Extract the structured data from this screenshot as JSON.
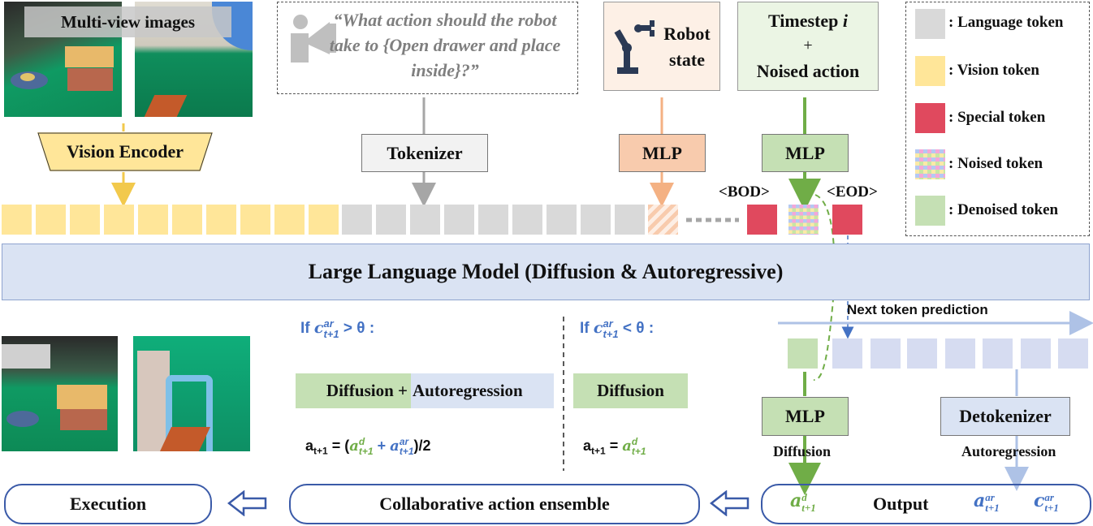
{
  "inputs": {
    "multi_view_label": "Multi-view images",
    "instruction_text": "“What action should the robot take to {Open drawer and place inside}?”",
    "robot_state_line1": "Robot",
    "robot_state_line2": "state",
    "timestep_line1": "Timestep",
    "timestep_i": "i",
    "timestep_plus": "+",
    "timestep_line2": "Noised action"
  },
  "modules": {
    "vision_encoder": "Vision Encoder",
    "tokenizer": "Tokenizer",
    "mlp": "MLP",
    "detokenizer": "Detokenizer",
    "llm": "Large Language Model (Diffusion & Autoregressive)"
  },
  "tokens": {
    "bod": "<BOD>",
    "eod": "<EOD>",
    "next_token_prediction": "Next token prediction"
  },
  "legend": {
    "items": [
      {
        "label": ": Language token",
        "color": "#d9d9d9"
      },
      {
        "label": ": Vision token",
        "color": "#ffe699"
      },
      {
        "label": ": Special token",
        "color": "#e0495e"
      },
      {
        "label": ": Noised token",
        "color": "noise"
      },
      {
        "label": ": Denoised token",
        "color": "#c5e0b4"
      }
    ]
  },
  "ensemble": {
    "cond1_prefix": "If",
    "cond1_op": "> θ :",
    "cond2_prefix": "If",
    "cond2_op": "< θ :",
    "c_sym": "c",
    "ar_sup": "ar",
    "t1_sub": "t+1",
    "chip_diffusion": "Diffusion",
    "chip_plus": "+",
    "chip_autoregression": "Autoregression",
    "chip_diffusion_only": "Diffusion",
    "a_lhs": "a",
    "a_lhs_sub": "t+1",
    "eq1_open": "= (",
    "eq1_plus": "+",
    "eq1_close": ")/2",
    "eq2_eq": "=",
    "d_sup": "d"
  },
  "output": {
    "diffusion_label": "Diffusion",
    "autoregression_label": "Autoregression",
    "output_label": "Output",
    "a_sym": "a",
    "c_sym": "c",
    "d_sup": "d",
    "ar_sup": "ar",
    "t1_sub": "t+1"
  },
  "bottom": {
    "execution": "Execution",
    "collab": "Collaborative action ensemble"
  },
  "colors": {
    "vision": "#ffe699",
    "language": "#d9d9d9",
    "special": "#e0495e",
    "denoised": "#c5e0b4",
    "output_token": "#d6dcf1",
    "llm": "#dae3f3",
    "blue_text": "#4472c4",
    "green_text": "#70ad47",
    "mlp_orange": "#f8cbad",
    "mlp_green": "#c5e0b4"
  }
}
